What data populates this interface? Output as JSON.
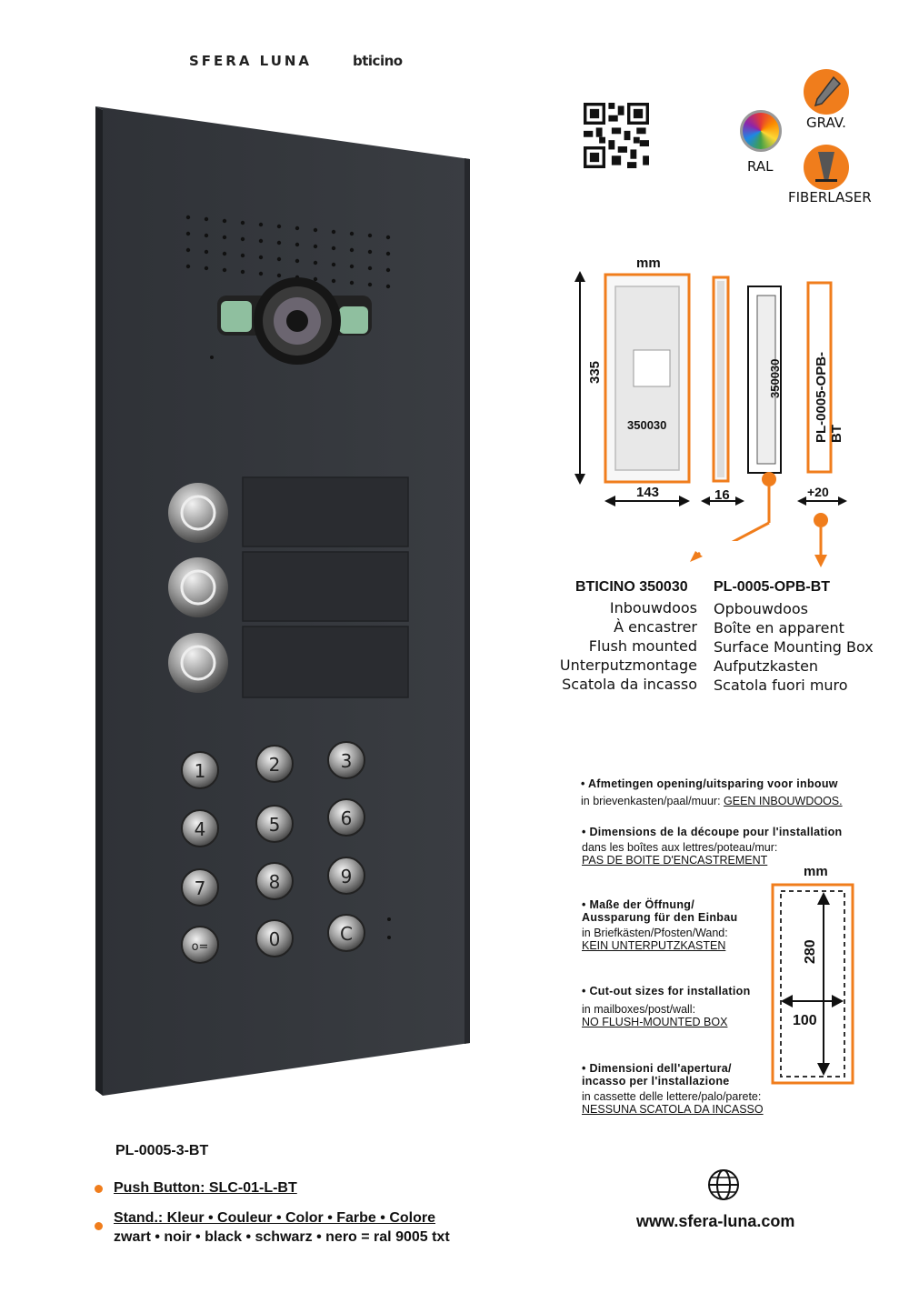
{
  "header": {
    "brand_sfera": "SFERA LUNA",
    "brand_bticino": "bticino"
  },
  "icons": {
    "qr": "qr-code-icon",
    "ral_label": "RAL",
    "grav_label": "GRAV.",
    "fiber_label": "FIBERLASER"
  },
  "panel": {
    "name_buttons": 3,
    "keypad_keys": [
      "1",
      "2",
      "3",
      "4",
      "5",
      "6",
      "7",
      "8",
      "9",
      "o=",
      "0",
      "C"
    ]
  },
  "dimensions": {
    "unit_top": "mm",
    "height": "335",
    "width": "143",
    "depth": "16",
    "extra": "+20",
    "box_code": "350030",
    "box_code_side": "350030",
    "surface_code": "PL-0005-OPB-BT",
    "unit_cutout": "mm",
    "cutout_height": "280",
    "cutout_width": "100"
  },
  "flush": {
    "title": "BTICINO 350030",
    "lines": [
      "Inbouwdoos",
      "À encastrer",
      "Flush mounted",
      "Unterputzmontage",
      "Scatola da incasso"
    ]
  },
  "surface": {
    "title": "PL-0005-OPB-BT",
    "lines": [
      "Opbouwdoos",
      "Boîte en apparent",
      "Surface Mounting Box",
      "Aufputzkasten",
      "Scatola fuori muro"
    ]
  },
  "notes": {
    "nl_bold": "• Afmetingen opening/uitsparing voor inbouw",
    "nl_text": "in brievenkasten/paal/muur: ",
    "nl_u": "GEEN INBOUWDOOS.",
    "fr_bold": "• Dimensions de la découpe pour l'installation",
    "fr_text": "dans les boîtes aux lettres/poteau/mur:",
    "fr_u": "PAS DE BOITE D'ENCASTREMENT",
    "de_bold1": "• Maße der Öffnung/",
    "de_bold2": "Aussparung für den Einbau",
    "de_text": "in Briefkästen/Pfosten/Wand:",
    "de_u": "KEIN UNTERPUTZKASTEN",
    "en_bold": "• Cut-out sizes for installation",
    "en_text": "in mailboxes/post/wall:",
    "en_u": "NO FLUSH-MOUNTED BOX",
    "it_bold1": "• Dimensioni dell'apertura/",
    "it_bold2": "incasso per l'installazione",
    "it_text": "in cassette delle lettere/palo/parete:",
    "it_u": "NESSUNA SCATOLA DA INCASSO"
  },
  "footer": {
    "model": "PL-0005-3-BT",
    "push_button": "Push Button: SLC-01-L-BT",
    "stand": "Stand.: Kleur • Couleur • Color • Farbe • Colore",
    "colors": "zwart • noir • black • schwarz • nero = ral 9005 txt",
    "website": "www.sfera-luna.com",
    "globe": "globe-icon"
  },
  "accent": "#f07d1c"
}
